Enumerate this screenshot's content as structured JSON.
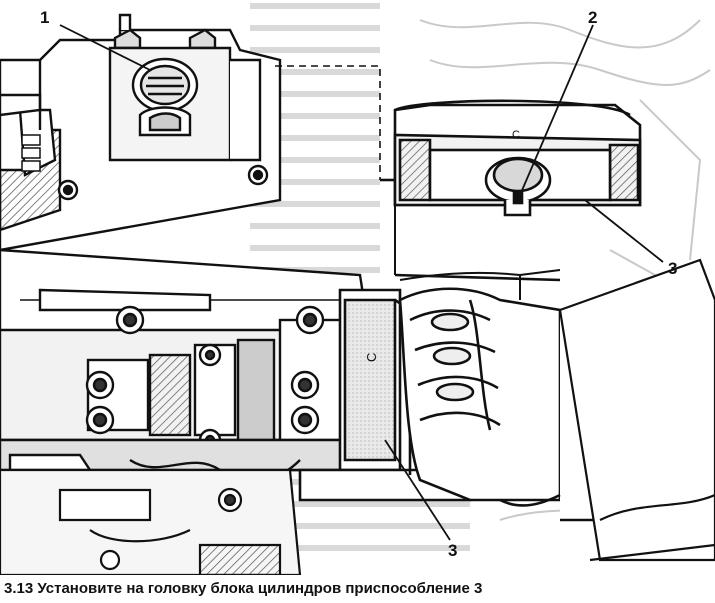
{
  "figure": {
    "callouts": {
      "c1": "1",
      "c2": "2",
      "c3a": "3",
      "c3b": "3",
      "tool_letter_top": "C",
      "tool_letter_side": "C"
    }
  },
  "caption": {
    "number": "3.13",
    "text": "Установите на головку блока цилиндров приспособление 3"
  },
  "colors": {
    "ink": "#111111",
    "paper": "#ffffff",
    "shade": "#9a9a9a",
    "bleed": "#d6d6d6"
  }
}
